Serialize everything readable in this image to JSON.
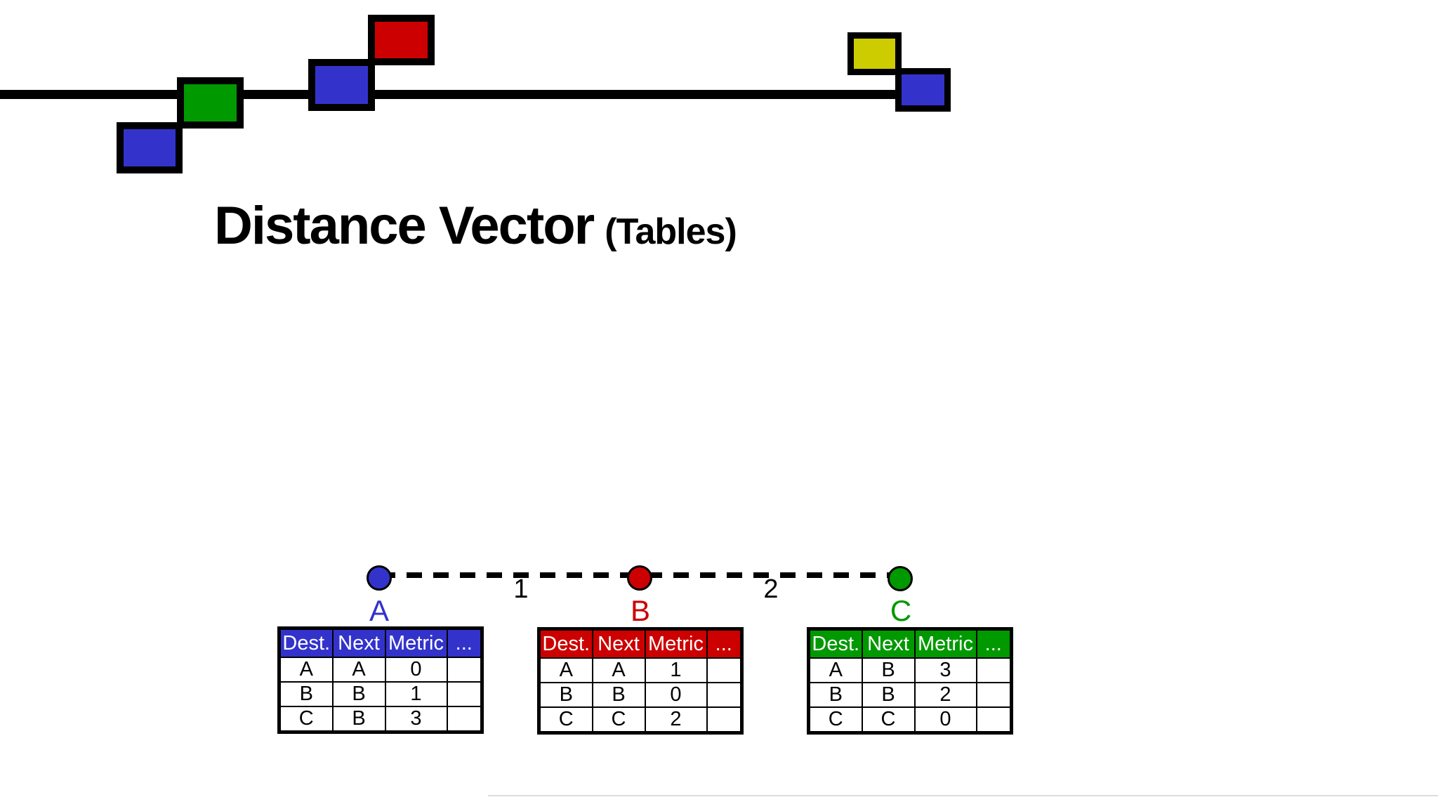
{
  "title": {
    "main": "Distance Vector",
    "sub": "(Tables)"
  },
  "colors": {
    "blue": "#3333cc",
    "red": "#cc0000",
    "green": "#009900",
    "yellow": "#cccc00",
    "line": "#000000"
  },
  "decoration": {
    "squares": [
      {
        "name": "blue-left",
        "color": "#3333cc"
      },
      {
        "name": "green",
        "color": "#009900"
      },
      {
        "name": "blue-mid",
        "color": "#3333cc"
      },
      {
        "name": "red",
        "color": "#cc0000"
      },
      {
        "name": "yellow",
        "color": "#cccc00"
      },
      {
        "name": "blue-right",
        "color": "#3333cc"
      }
    ]
  },
  "diagram": {
    "nodes": [
      {
        "id": "A",
        "label": "A",
        "color": "#3333cc"
      },
      {
        "id": "B",
        "label": "B",
        "color": "#cc0000"
      },
      {
        "id": "C",
        "label": "C",
        "color": "#009900"
      }
    ],
    "edges": [
      {
        "from": "A",
        "to": "B",
        "cost": "1"
      },
      {
        "from": "B",
        "to": "C",
        "cost": "2"
      }
    ]
  },
  "tables": [
    {
      "node": "A",
      "header_color": "#3333cc",
      "headers": [
        "Dest.",
        "Next",
        "Metric",
        "..."
      ],
      "rows": [
        [
          "A",
          "A",
          "0"
        ],
        [
          "B",
          "B",
          "1"
        ],
        [
          "C",
          "B",
          "3"
        ]
      ]
    },
    {
      "node": "B",
      "header_color": "#cc0000",
      "headers": [
        "Dest.",
        "Next",
        "Metric",
        "..."
      ],
      "rows": [
        [
          "A",
          "A",
          "1"
        ],
        [
          "B",
          "B",
          "0"
        ],
        [
          "C",
          "C",
          "2"
        ]
      ]
    },
    {
      "node": "C",
      "header_color": "#009900",
      "headers": [
        "Dest.",
        "Next",
        "Metric",
        "..."
      ],
      "rows": [
        [
          "A",
          "B",
          "3"
        ],
        [
          "B",
          "B",
          "2"
        ],
        [
          "C",
          "C",
          "0"
        ]
      ]
    }
  ]
}
